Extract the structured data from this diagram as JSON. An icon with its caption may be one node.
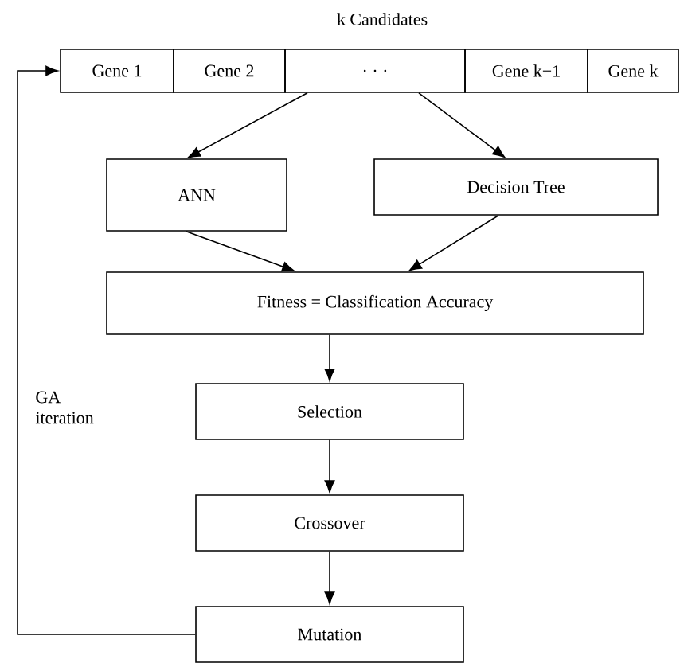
{
  "diagram": {
    "nodes": [
      {
        "text": [
          "Gene 1"
        ]
      },
      {
        "text": [
          "Gene 2"
        ]
      },
      {
        "text": [
          ". . ."
        ]
      },
      {
        "text": [
          "Gene k−1"
        ]
      },
      {
        "text": [
          "Gene k"
        ]
      },
      {
        "text": [
          "ANN"
        ]
      },
      {
        "text": [
          "Decision Tree"
        ]
      },
      {
        "text": [
          "Fitness = Classification Accuracy"
        ]
      },
      {
        "text": [
          "Selection"
        ]
      },
      {
        "text": [
          "Crossover"
        ]
      },
      {
        "text": [
          "Mutation"
        ]
      }
    ],
    "edges": [
      {
        "from": 2,
        "to": 5,
        "arrow": "to"
      },
      {
        "from": 2,
        "to": 6,
        "arrow": "to"
      },
      {
        "from": 5,
        "to": 7,
        "arrow": "to"
      },
      {
        "from": 6,
        "to": 7,
        "arrow": "to"
      },
      {
        "from": 7,
        "to": 8,
        "arrow": "to"
      },
      {
        "from": 8,
        "to": 9,
        "arrow": "to"
      },
      {
        "from": 9,
        "to": 10,
        "arrow": "to"
      },
      {
        "from": 10,
        "to": 0,
        "arrow": "to",
        "label": "GA iteration"
      }
    ],
    "labels": [
      "k  Candidates"
    ]
  }
}
